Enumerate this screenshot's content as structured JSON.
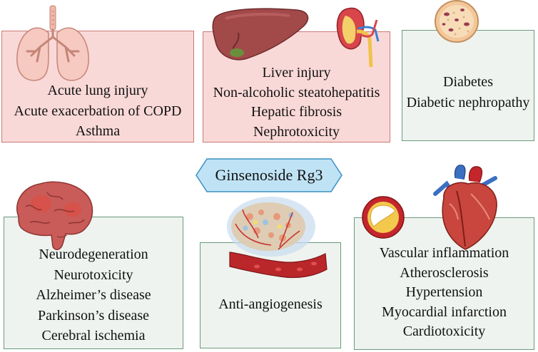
{
  "center": {
    "label": "Ginsenoside Rg3"
  },
  "groups": {
    "lung": {
      "items": [
        "Acute lung injury",
        "Acute exacerbation of COPD",
        "Asthma"
      ]
    },
    "liver_kidney": {
      "items": [
        "Liver injury",
        "Non-alcoholic steatohepatitis",
        "Hepatic fibrosis",
        "Nephrotoxicity"
      ]
    },
    "pancreas": {
      "items": [
        "Diabetes",
        "Diabetic nephropathy"
      ]
    },
    "brain": {
      "items": [
        "Neurodegeneration",
        "Neurotoxicity",
        "Alzheimer’s disease",
        "Parkinson’s disease",
        "Cerebral ischemia"
      ]
    },
    "tumor": {
      "items": [
        "Anti-angiogenesis"
      ]
    },
    "heart": {
      "items": [
        "Vascular inflammation",
        "Atherosclerosis",
        "Hypertension",
        "Myocardial infarction",
        "Cardiotoxicity"
      ]
    }
  },
  "icons": [
    "lungs-icon",
    "liver-icon",
    "kidney-icon",
    "pancreas-islet-icon",
    "brain-icon",
    "tumor-vasculature-icon",
    "artery-plaque-icon",
    "heart-icon"
  ],
  "colors": {
    "pink_fill": "#f9d9d7",
    "pink_border": "#c97a78",
    "green_fill": "#eef3ef",
    "green_border": "#6b9a7f",
    "hex_fill": "#bfe3f5",
    "hex_border": "#3b8fc2"
  }
}
